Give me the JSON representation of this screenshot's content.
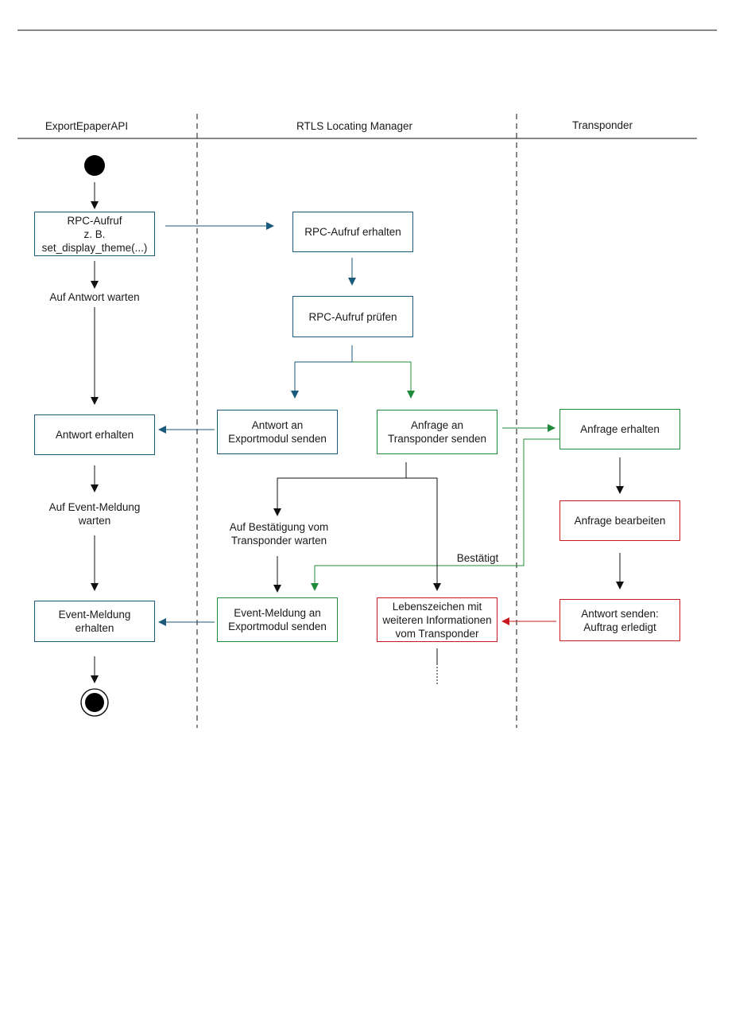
{
  "lanes": {
    "export_api": "ExportEpaperAPI",
    "rtls": "RTLS Locating Manager",
    "transponder": "Transponder"
  },
  "nodes": {
    "rpc_call": "RPC-Aufruf\nz. B.\nset_display_theme(...)",
    "wait_answer": "Auf Antwort warten",
    "answer_received": "Antwort erhalten",
    "wait_event": "Auf Event-Meldung\nwarten",
    "event_received": "Event-Meldung\nerhalten",
    "rpc_received": "RPC-Aufruf erhalten",
    "rpc_check": "RPC-Aufruf prüfen",
    "send_answer": "Antwort an\nExportmodul senden",
    "send_request": "Anfrage an\nTransponder senden",
    "wait_confirmation": "Auf Bestätigung vom\nTransponder warten",
    "send_event": "Event-Meldung an\nExportmodul senden",
    "heartbeat": "Lebenszeichen mit\nweiteren Informationen\nvom Transponder",
    "request_received": "Anfrage erhalten",
    "process_request": "Anfrage bearbeiten",
    "send_done": "Antwort senden:\nAuftrag erledigt",
    "confirmed_label": "Bestätigt"
  },
  "colors": {
    "blue": "#1a5a7a",
    "green": "#1f8a3a",
    "red": "#c8191e",
    "black": "#111111"
  }
}
